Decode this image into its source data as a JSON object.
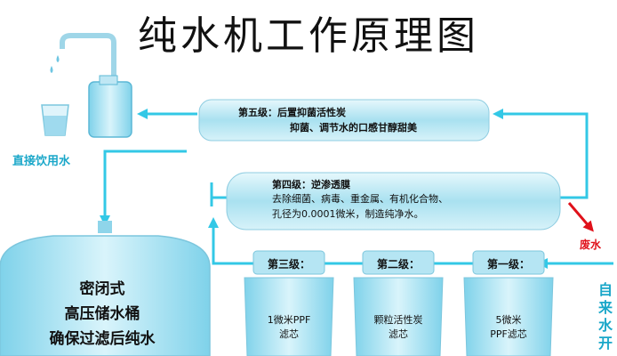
{
  "title": "纯水机工作原理图",
  "outlets": {
    "drinking": "直接饮用水",
    "waste": "废水",
    "tap": "自来水开"
  },
  "stage5": {
    "name": "第五级：后置抑菌活性炭",
    "desc": "抑菌、调节水的口感甘醇甜美"
  },
  "stage4": {
    "name": "第四级：逆渗透膜",
    "desc1": "去除细菌、病毒、重金属、有机化合物、",
    "desc2": "孔径为0.0001微米，制造纯净水。"
  },
  "stage3": {
    "cap": "第三级：",
    "line1": "1微米PPF",
    "line2": "滤芯"
  },
  "stage2": {
    "cap": "第二级：",
    "line1": "颗粒活性炭",
    "line2": "滤芯"
  },
  "stage1": {
    "cap": "第一级：",
    "line1": "5微米",
    "line2": "PPF滤芯"
  },
  "tank": {
    "line1": "密闭式",
    "line2": "高压储水桶",
    "line3": "确保过滤后纯水"
  },
  "colors": {
    "pipe": "#33c8e6",
    "body": "#bfeaf5",
    "waste": "#e0111a"
  }
}
